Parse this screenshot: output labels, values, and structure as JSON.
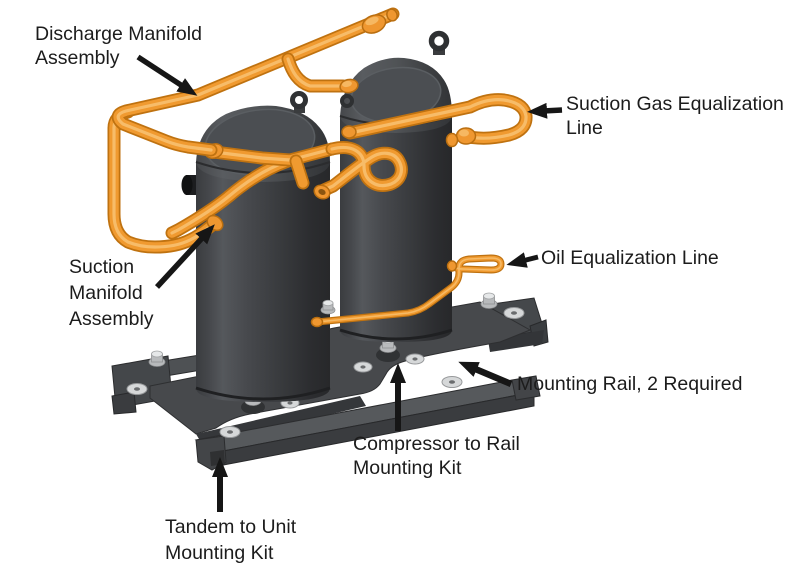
{
  "figure": {
    "type": "technical-parts-diagram",
    "subject": "Tandem scroll compressor assembly with orange refrigerant piping, two black compressors on mounting rails",
    "labels": {
      "discharge_manifold": {
        "lines": [
          "Discharge Manifold",
          "Assembly"
        ]
      },
      "suction_gas": {
        "lines": [
          "Suction Gas Equalization",
          "Line"
        ]
      },
      "oil_line": {
        "lines": [
          "Oil Equalization Line"
        ]
      },
      "suction_manifold": {
        "lines": [
          "Suction",
          "Manifold",
          "Assembly"
        ]
      },
      "mounting_rail": {
        "lines": [
          "Mounting Rail, 2 Required"
        ]
      },
      "compressor_rail": {
        "lines": [
          "Compressor to Rail",
          "Mounting Kit"
        ]
      },
      "tandem_unit": {
        "lines": [
          "Tandem to Unit",
          "Mounting Kit"
        ]
      }
    },
    "colors": {
      "background": "#ffffff",
      "pipe_orange": "#f09a30",
      "pipe_shadow": "#bf7210",
      "pipe_highlight": "#f8c273",
      "compressor_body": "#3c3e41",
      "base_gray": "#47494c",
      "label_text": "#1c1c1c",
      "arrow_black": "#161616"
    }
  }
}
